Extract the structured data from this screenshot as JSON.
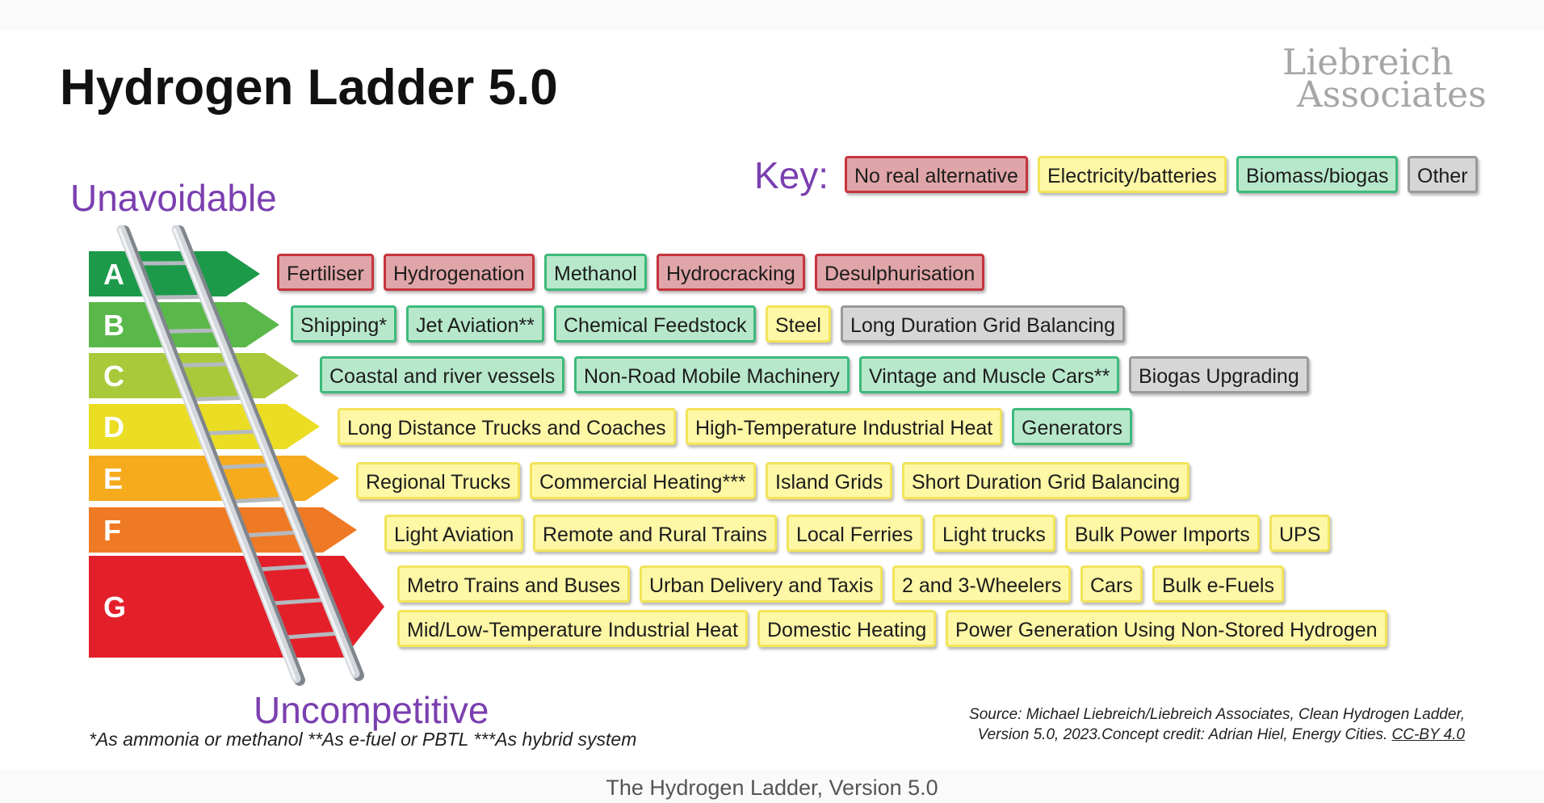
{
  "title": "Hydrogen Ladder 5.0",
  "logo": {
    "line1": "Liebreich",
    "line2": "Associates"
  },
  "key": {
    "label": "Key:",
    "items": [
      {
        "label": "No real alternative",
        "category": "red"
      },
      {
        "label": "Electricity/batteries",
        "category": "yellow"
      },
      {
        "label": "Biomass/biogas",
        "category": "green"
      },
      {
        "label": "Other",
        "category": "grey"
      }
    ]
  },
  "axis": {
    "top_label": "Unavoidable",
    "bottom_label": "Uncompetitive"
  },
  "colors": {
    "red": "#c6343c",
    "yellow": "#f2e45a",
    "green": "#3dba7b",
    "grey": "#9a9a9a",
    "heading_purple": "#7b3fb0"
  },
  "tiers": [
    {
      "letter": "A",
      "color": "#1c9a4a",
      "rows": [
        [
          {
            "label": "Fertiliser",
            "category": "red"
          },
          {
            "label": "Hydrogenation",
            "category": "red"
          },
          {
            "label": "Methanol",
            "category": "green"
          },
          {
            "label": "Hydrocracking",
            "category": "red"
          },
          {
            "label": "Desulphurisation",
            "category": "red"
          }
        ]
      ]
    },
    {
      "letter": "B",
      "color": "#5ab84a",
      "rows": [
        [
          {
            "label": "Shipping*",
            "category": "green"
          },
          {
            "label": "Jet Aviation**",
            "category": "green"
          },
          {
            "label": "Chemical Feedstock",
            "category": "green"
          },
          {
            "label": "Steel",
            "category": "yellow"
          },
          {
            "label": "Long Duration Grid Balancing",
            "category": "grey"
          }
        ]
      ]
    },
    {
      "letter": "C",
      "color": "#a9c93b",
      "rows": [
        [
          {
            "label": "Coastal and river vessels",
            "category": "green"
          },
          {
            "label": "Non-Road Mobile Machinery",
            "category": "green"
          },
          {
            "label": "Vintage and Muscle Cars**",
            "category": "green"
          },
          {
            "label": "Biogas Upgrading",
            "category": "grey"
          }
        ]
      ]
    },
    {
      "letter": "D",
      "color": "#eadd24",
      "rows": [
        [
          {
            "label": "Long Distance Trucks and Coaches",
            "category": "yellow"
          },
          {
            "label": "High-Temperature Industrial Heat",
            "category": "yellow"
          },
          {
            "label": "Generators",
            "category": "green"
          }
        ]
      ]
    },
    {
      "letter": "E",
      "color": "#f6ab1c",
      "rows": [
        [
          {
            "label": "Regional Trucks",
            "category": "yellow"
          },
          {
            "label": "Commercial Heating***",
            "category": "yellow"
          },
          {
            "label": "Island Grids",
            "category": "yellow"
          },
          {
            "label": "Short Duration Grid Balancing",
            "category": "yellow"
          }
        ]
      ]
    },
    {
      "letter": "F",
      "color": "#ef7a25",
      "rows": [
        [
          {
            "label": "Light Aviation",
            "category": "yellow"
          },
          {
            "label": "Remote and Rural Trains",
            "category": "yellow"
          },
          {
            "label": "Local Ferries",
            "category": "yellow"
          },
          {
            "label": "Light trucks",
            "category": "yellow"
          },
          {
            "label": "Bulk Power Imports",
            "category": "yellow"
          },
          {
            "label": "UPS",
            "category": "yellow"
          }
        ]
      ]
    },
    {
      "letter": "G",
      "color": "#e3202a",
      "rows": [
        [
          {
            "label": "Metro Trains and Buses",
            "category": "yellow"
          },
          {
            "label": "Urban Delivery and Taxis",
            "category": "yellow"
          },
          {
            "label": "2 and 3-Wheelers",
            "category": "yellow"
          },
          {
            "label": "Cars",
            "category": "yellow"
          },
          {
            "label": "Bulk e-Fuels",
            "category": "yellow"
          }
        ],
        [
          {
            "label": "Mid/Low-Temperature Industrial Heat",
            "category": "yellow"
          },
          {
            "label": "Domestic Heating",
            "category": "yellow"
          },
          {
            "label": "Power Generation Using Non-Stored Hydrogen",
            "category": "yellow"
          }
        ]
      ]
    }
  ],
  "footnote": "*As ammonia or methanol    **As e-fuel or PBTL    ***As hybrid system",
  "source": {
    "line1": "Source: Michael Liebreich/Liebreich Associates, Clean Hydrogen Ladder,",
    "line2": "Version 5.0, 2023.Concept credit: Adrian Hiel, Energy Cities.",
    "license": "CC-BY 4.0"
  },
  "caption": "The Hydrogen Ladder, Version 5.0"
}
